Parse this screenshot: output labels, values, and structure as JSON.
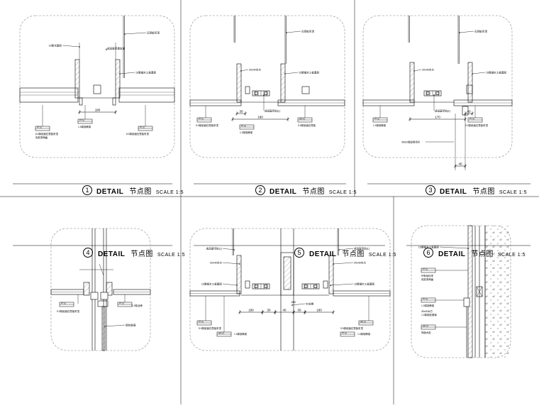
{
  "drawing": {
    "panels": [
      {
        "number": "1",
        "title": "DETAIL",
        "subtitle": "节点图",
        "scale": "SCALE 1:5",
        "dimensions": [
          "180"
        ],
        "notes": [
          "石膏板吊顶",
          "15厚木基层",
          "成品窗帘盒轨道",
          "15厚细木工板基层",
          "8.5厚纸面石膏板吊顶",
          "乳胶漆两遍",
          "1.5厚钢骨架",
          "8.5厚纸面石膏板吊顶"
        ],
        "tags": [
          "PT 01",
          "PT 01",
          "PT 01"
        ]
      },
      {
        "number": "2",
        "title": "DETAIL",
        "subtitle": "节点图",
        "scale": "SCALE 1:5",
        "dimensions": [
          "180",
          "30"
        ],
        "notes": [
          "石膏板吊顶",
          "20x40木方",
          "15厚细木工板基层",
          "成品窗帘轨(L)",
          "9.5厚纸面石膏板吊顶",
          "1.5厚钢骨架",
          "9.5厚纸面石膏板"
        ],
        "tags": [
          "PT 01",
          "PT 01",
          "WD 01"
        ]
      },
      {
        "number": "3",
        "title": "DETAIL",
        "subtitle": "节点图",
        "scale": "SCALE 1:5",
        "dimensions": [
          "170",
          "40",
          "40"
        ],
        "notes": [
          "石膏板吊顶",
          "20x40木方",
          "15厚细木工板基层",
          "成品窗帘轨(L)",
          "1.5厚钢骨架",
          "9.5厚纸面石膏板吊顶",
          "450x2钢龙骨吊杆"
        ],
        "tags": [
          "PT 01",
          "PT 01"
        ]
      },
      {
        "number": "4",
        "title": "DETAIL",
        "subtitle": "节点图",
        "scale": "SCALE 1:5",
        "dimensions": [],
        "notes": [
          "9.5厚纸面石膏板吊顶",
          "1.5厚龙骨",
          "钢化玻璃"
        ],
        "tags": [
          "PT 01",
          "PT 01"
        ]
      },
      {
        "number": "5",
        "title": "DETAIL",
        "subtitle": "节点图",
        "scale": "SCALE 1:5",
        "dimensions": [
          "180",
          "30",
          "40",
          "30",
          "180",
          "600"
        ],
        "notes": [
          "成品窗帘轨(L)",
          "20x40木方",
          "15厚细木工板基层",
          "成品窗帘轨(L)",
          "20x40木方",
          "15厚细木工板基层",
          "50龙骨",
          "9.5厚纸面石膏板吊顶",
          "1.5厚钢骨架",
          "9.5厚纸面石膏板吊顶",
          "1.5厚钢骨架"
        ],
        "tags": [
          "PT 01",
          "WD 01",
          "WD 01",
          "PT 01"
        ]
      },
      {
        "number": "6",
        "title": "DETAIL",
        "subtitle": "节点图",
        "scale": "SCALE 1:5",
        "dimensions": [],
        "notes": [
          "15厚细木工板基层",
          "环氧地坪漆",
          "乳胶漆两遍",
          "1.5厚钢骨架",
          "30x20木方",
          "1.5厚钢化玻璃",
          "饰面木皮"
        ],
        "tags": [
          "PT 01",
          "PT 01",
          "WD 01"
        ]
      }
    ]
  },
  "colors": {
    "line": "#000000",
    "hatch": "#555555",
    "frame": "#888888",
    "paper": "#ffffff"
  }
}
